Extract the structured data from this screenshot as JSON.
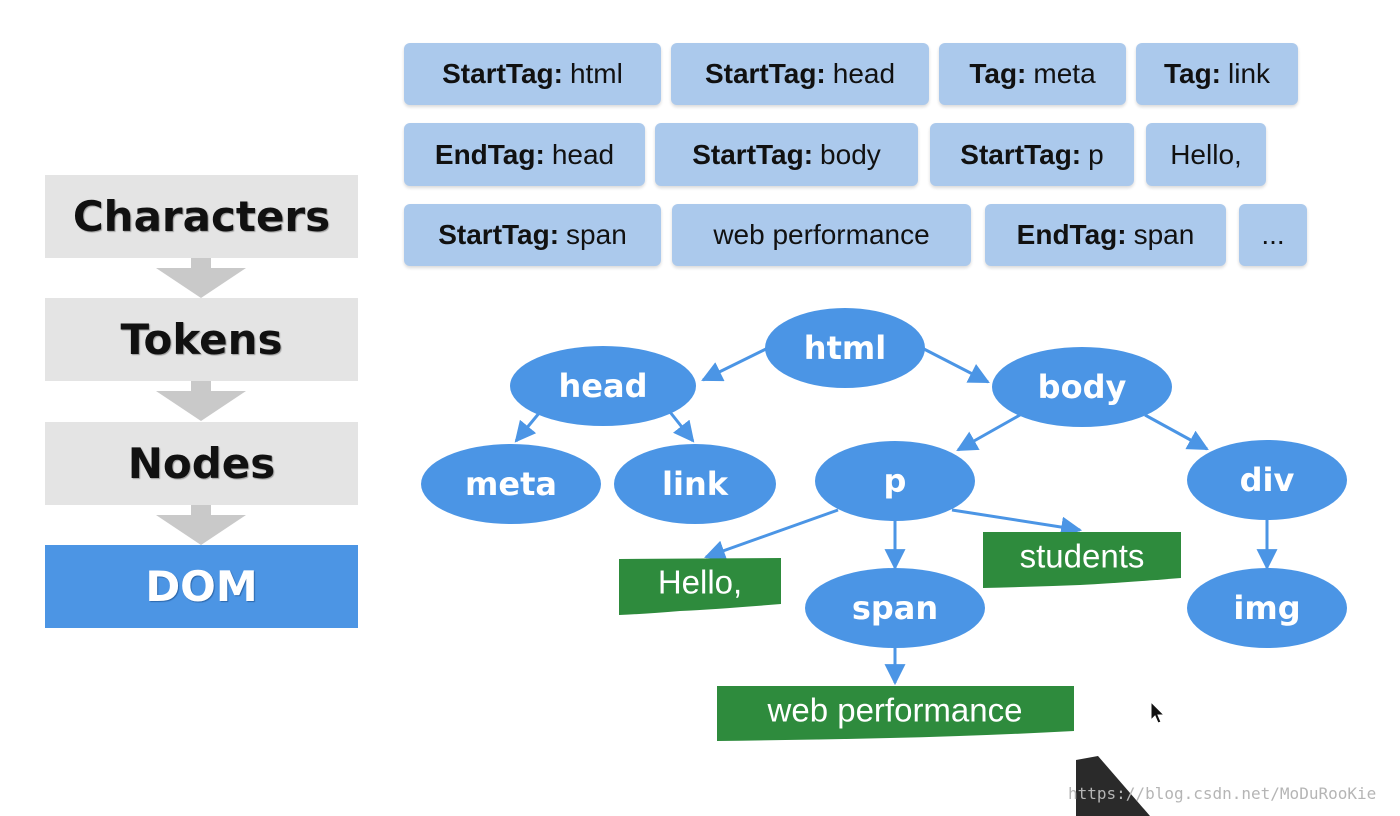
{
  "pipeline": {
    "stages": [
      "Characters",
      "Tokens",
      "Nodes",
      "DOM"
    ]
  },
  "tokens": [
    {
      "kind": "StartTag:",
      "value": "html"
    },
    {
      "kind": "StartTag:",
      "value": "head"
    },
    {
      "kind": "Tag:",
      "value": "meta"
    },
    {
      "kind": "Tag:",
      "value": "link"
    },
    {
      "kind": "EndTag:",
      "value": "head"
    },
    {
      "kind": "StartTag:",
      "value": "body"
    },
    {
      "kind": "StartTag:",
      "value": "p"
    },
    {
      "kind": "",
      "value": "Hello,"
    },
    {
      "kind": "StartTag:",
      "value": "span"
    },
    {
      "kind": "",
      "value": "web performance"
    },
    {
      "kind": "EndTag:",
      "value": "span"
    },
    {
      "kind": "",
      "value": "..."
    }
  ],
  "tree": {
    "nodes": {
      "html": "html",
      "head": "head",
      "body": "body",
      "meta": "meta",
      "link": "link",
      "p": "p",
      "div": "div",
      "span": "span",
      "img": "img"
    },
    "texts": {
      "hello": "Hello,",
      "students": "students",
      "web_performance": "web performance"
    }
  },
  "watermark": "https://blog.csdn.net/MoDuRooKie",
  "colors": {
    "stage_gray": "#e4e4e4",
    "dom_blue": "#4c95e4",
    "token_blue": "#abc9ec",
    "node_blue": "#4b95e5",
    "text_green": "#2e8b3d"
  }
}
